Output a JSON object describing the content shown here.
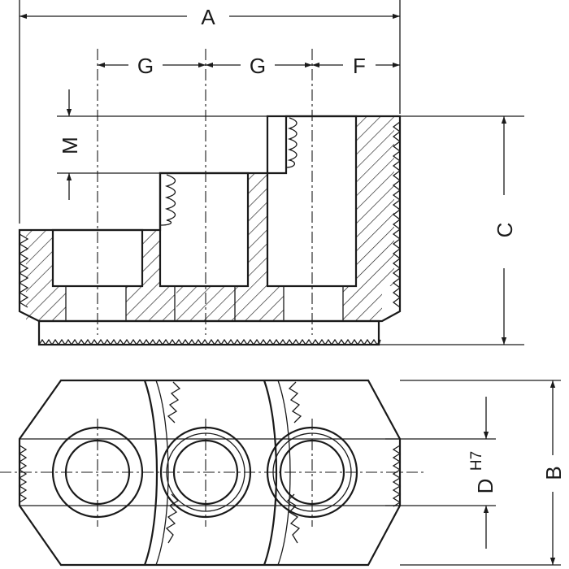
{
  "drawing": {
    "labels": {
      "A": "A",
      "G1": "G",
      "G2": "G",
      "F": "F",
      "M": "M",
      "C": "C",
      "B": "B",
      "D": "D",
      "H7": "H7"
    },
    "colors": {
      "line": "#1a1a1a",
      "background": "#ffffff"
    }
  }
}
